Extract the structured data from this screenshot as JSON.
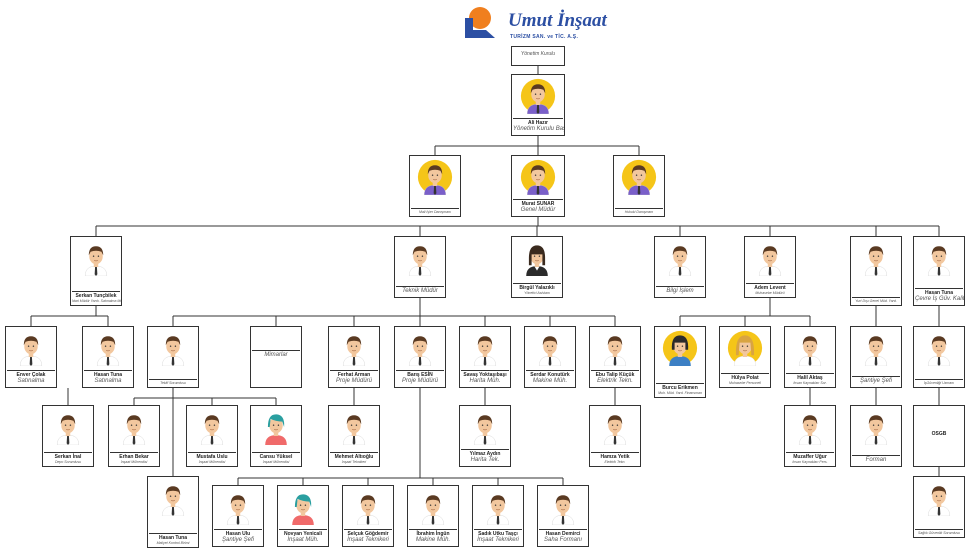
{
  "company": {
    "name": "Umut İnşaat",
    "subtitle": "TURİZM SAN. ve TİC. A.Ş."
  },
  "colors": {
    "accent": "#2c4fa3",
    "logo_orange": "#f07f1e",
    "avatar_gold": "#f5c518",
    "line": "#333333"
  },
  "board": {
    "title": "Yönetim Kurulu"
  },
  "nodes": [
    {
      "id": "chair",
      "name": "Ali Hazır",
      "title": "Yönetim Kurulu Başkanı"
    },
    {
      "id": "mali",
      "name": "",
      "title": "Mali İşler Danışmanı"
    },
    {
      "id": "gm",
      "name": "Murat SUNAR",
      "title": "Genel Müdür"
    },
    {
      "id": "hukuk",
      "name": "",
      "title": "Hukuki Danışmanı"
    },
    {
      "id": "serkant",
      "name": "Serkan Tunçbilek",
      "title": "İdari Müdür Yardı. Satınalma Mudürü"
    },
    {
      "id": "teknik",
      "name": "",
      "title": "Teknik Müdür"
    },
    {
      "id": "birgul",
      "name": "Birgül Yalazıklı",
      "title": "Yönetici Asistanı"
    },
    {
      "id": "bilgi",
      "name": "",
      "title": "Bilgi İşlem"
    },
    {
      "id": "adem",
      "name": "Adem Levent",
      "title": "Muhasebe Müdürü"
    },
    {
      "id": "yurtdisi",
      "name": "",
      "title": "Yurt Dışı Genel Müd. Yard."
    },
    {
      "id": "hasan_kalite",
      "name": "Hasan Tuna",
      "title": "Çevre İş Güv. Kalite Temsilcisi"
    },
    {
      "id": "enver",
      "name": "Enver Çolak",
      "title": "Satınalma"
    },
    {
      "id": "hasan_sat",
      "name": "Hasan Tuna",
      "title": "Satınalma"
    },
    {
      "id": "teklif",
      "name": "",
      "title": "Teklif Sorumlusu"
    },
    {
      "id": "mimarlar",
      "name": "",
      "title": "Mimarlar"
    },
    {
      "id": "ferhat",
      "name": "Ferhat Arman",
      "title": "Proje Müdürü"
    },
    {
      "id": "baris",
      "name": "Barış ESİN",
      "title": "Proje Müdürü"
    },
    {
      "id": "savas",
      "name": "Savaş Yoktaşıbaşı",
      "title": "Harita Müh."
    },
    {
      "id": "serdar",
      "name": "Serdar Konutürk",
      "title": "Makine Müh."
    },
    {
      "id": "ebu",
      "name": "Ebu Talip Küçük",
      "title": "Elektrik Tekn."
    },
    {
      "id": "burcu",
      "name": "Burcu Erikmen",
      "title": "Muh. Müd. Yard. Finansman"
    },
    {
      "id": "hulya",
      "name": "Hülya Polat",
      "title": "Muhasebe Personeli"
    },
    {
      "id": "halil",
      "name": "Halil Aktaş",
      "title": "İnsan Kaynakları Sor."
    },
    {
      "id": "santiye_sefi",
      "name": "",
      "title": "Şantiye Şefi"
    },
    {
      "id": "isguv",
      "name": "",
      "title": "İşGüvenliği Uzmanı"
    },
    {
      "id": "serkan_inal",
      "name": "Serkan İnal",
      "title": "Depo Sorumlusu"
    },
    {
      "id": "erhan",
      "name": "Erhan Bekar",
      "title": "İnşaat Mühendisi"
    },
    {
      "id": "mustafa",
      "name": "Mustafa Uslu",
      "title": "İnşaat Mühendisi"
    },
    {
      "id": "cansu",
      "name": "Cansu Yüksel",
      "title": "İnşaat Mühendisi"
    },
    {
      "id": "mehmet",
      "name": "Mehmet Altıoğlu",
      "title": "İnşaat Teknikeri"
    },
    {
      "id": "yilmaz",
      "name": "Yılmaz Aydın",
      "title": "Harita Tek."
    },
    {
      "id": "hamza",
      "name": "Hamza Yetik",
      "title": "Elektrik Tekn."
    },
    {
      "id": "muzaffer",
      "name": "Muzaffer Uğur",
      "title": "İnsan Kaynakları Pers."
    },
    {
      "id": "forman",
      "name": "",
      "title": "Forman"
    },
    {
      "id": "osgb",
      "name": "OSGB",
      "title": ""
    },
    {
      "id": "hasan_maliyet",
      "name": "Hasan Tuna",
      "title": "Maliyet Kontrol Birimi"
    },
    {
      "id": "hasan_ulu",
      "name": "Hasan Ulu",
      "title": "Şantiye Şefi"
    },
    {
      "id": "novyan",
      "name": "Novyan Yenicali",
      "title": "İnşaat Müh."
    },
    {
      "id": "selcuk",
      "name": "Selçuk Göğdemir",
      "title": "İnşaat Teknikeri"
    },
    {
      "id": "ibrahim",
      "name": "İbrahim İngün",
      "title": "Makine Müh."
    },
    {
      "id": "sadik",
      "name": "Sadık Utku Taşçı",
      "title": "İnşaat Teknikeri"
    },
    {
      "id": "hasan_demirci",
      "name": "Hasan Demirci",
      "title": "Saha Formanı"
    },
    {
      "id": "isg_bottom",
      "name": "",
      "title": "Sağlık Güvenlik Sorumlusu"
    }
  ]
}
